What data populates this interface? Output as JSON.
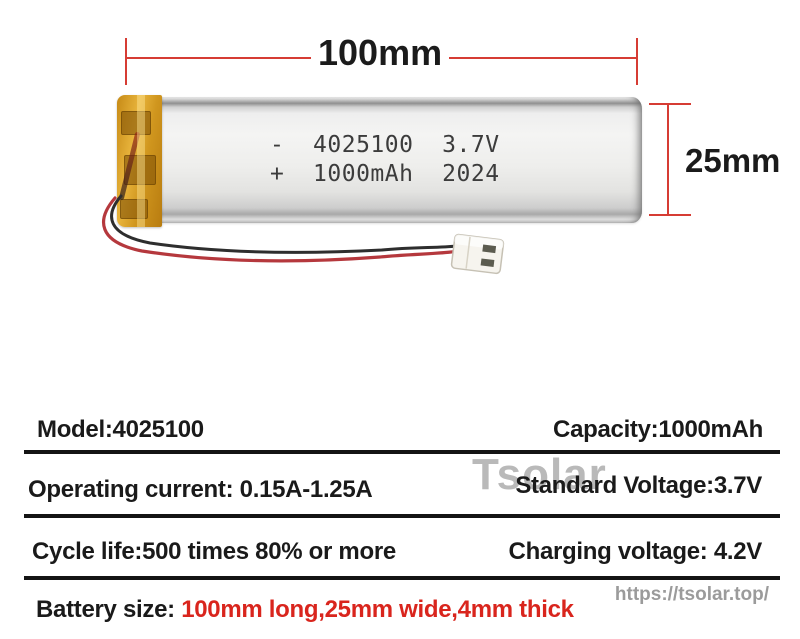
{
  "dimensions": {
    "width_label": "100mm",
    "height_label": "25mm"
  },
  "battery": {
    "print_line1": "-  4025100  3.7V",
    "print_line2": "+  1000mAh  2024"
  },
  "specs": {
    "model": "Model:4025100",
    "capacity": "Capacity:1000mAh",
    "operating_current": "Operating current: 0.15A-1.25A",
    "standard_voltage": "Standard Voltage:3.7V",
    "cycle_life": "Cycle life:500 times 80% or more",
    "charging_voltage": "Charging voltage: 4.2V",
    "battery_size_label": "Battery size: ",
    "battery_size_value": "100mm long,25mm wide,4mm thick"
  },
  "watermark": "Tsolar",
  "site_url": "https://tsolar.top/",
  "colors": {
    "dimension_line": "#d63c34",
    "battery_size_highlight": "#d9251d",
    "divider": "#141414",
    "watermark": "#b9b9b9",
    "tape": "#d0961e",
    "red_wire": "#b5383d",
    "black_wire": "#2e2e2e"
  }
}
